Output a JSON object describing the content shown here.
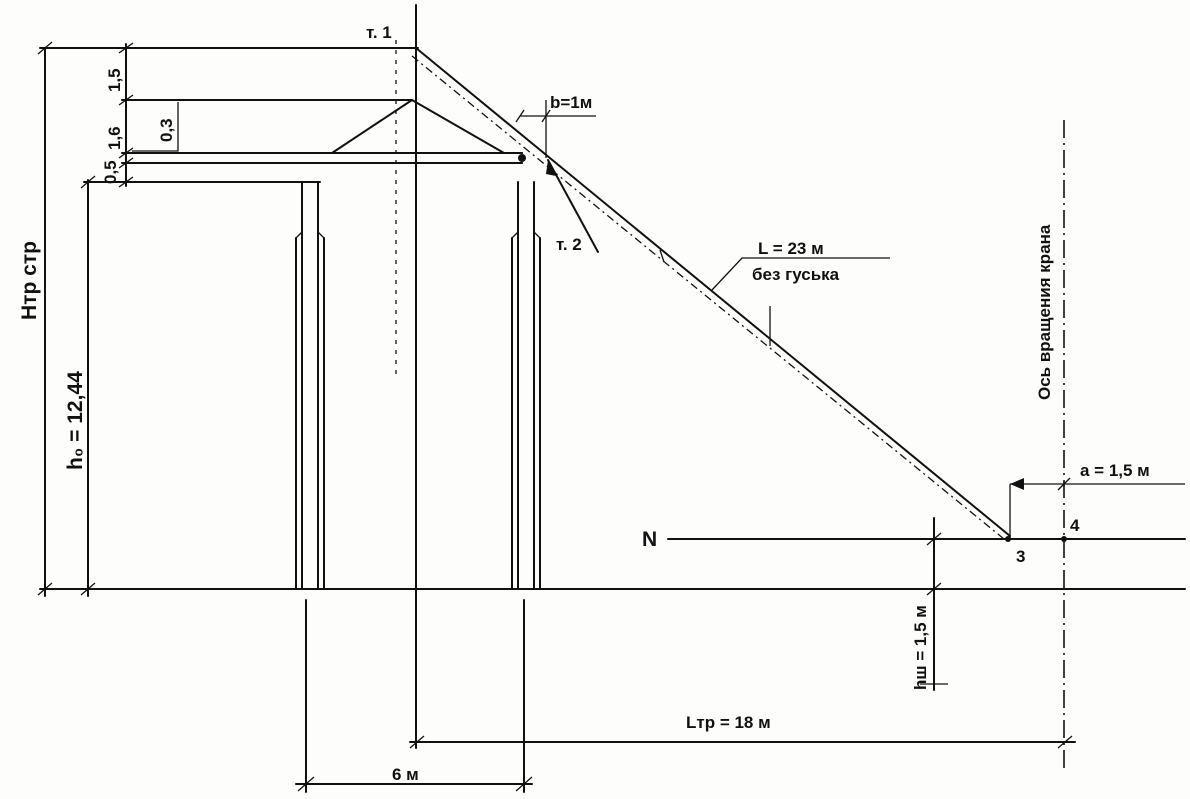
{
  "labels": {
    "point1": "т. 1",
    "point2": "т. 2",
    "point3": "3",
    "point4": "4",
    "level_n": "N",
    "boom_length": "L = 23 м",
    "boom_note": "без гуська",
    "gap_b": "b=1м",
    "offset_a": "a = 1,5 м",
    "crane_axis": "Ось вращения крана",
    "required_reach": "Lтр = 18 м",
    "span": "6 м",
    "height_h0": "h₀ = 12,44",
    "height_hsh": "hш = 1,5 м",
    "required_height": "Hтр стр",
    "dim_15": "1,5",
    "dim_16": "1,6",
    "dim_05": "0,5",
    "dim_03": "0,3"
  }
}
